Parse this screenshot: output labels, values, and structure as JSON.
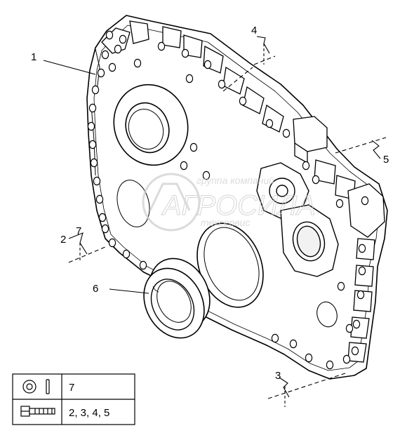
{
  "diagram": {
    "callouts": [
      {
        "id": "1",
        "label": "1"
      },
      {
        "id": "2",
        "label": "2"
      },
      {
        "id": "3",
        "label": "3"
      },
      {
        "id": "4",
        "label": "4"
      },
      {
        "id": "5",
        "label": "5"
      },
      {
        "id": "6",
        "label": "6"
      },
      {
        "id": "7",
        "label": "7"
      }
    ],
    "watermark": {
      "line1": "группа компаний",
      "line2": "АГРОСИЛА",
      "line3": "техсервис"
    },
    "legend": {
      "rows": [
        {
          "icon": "washer-and-pin-icon",
          "refs": "7"
        },
        {
          "icon": "bolt-icon",
          "refs": "2, 3, 4, 5"
        }
      ]
    }
  }
}
